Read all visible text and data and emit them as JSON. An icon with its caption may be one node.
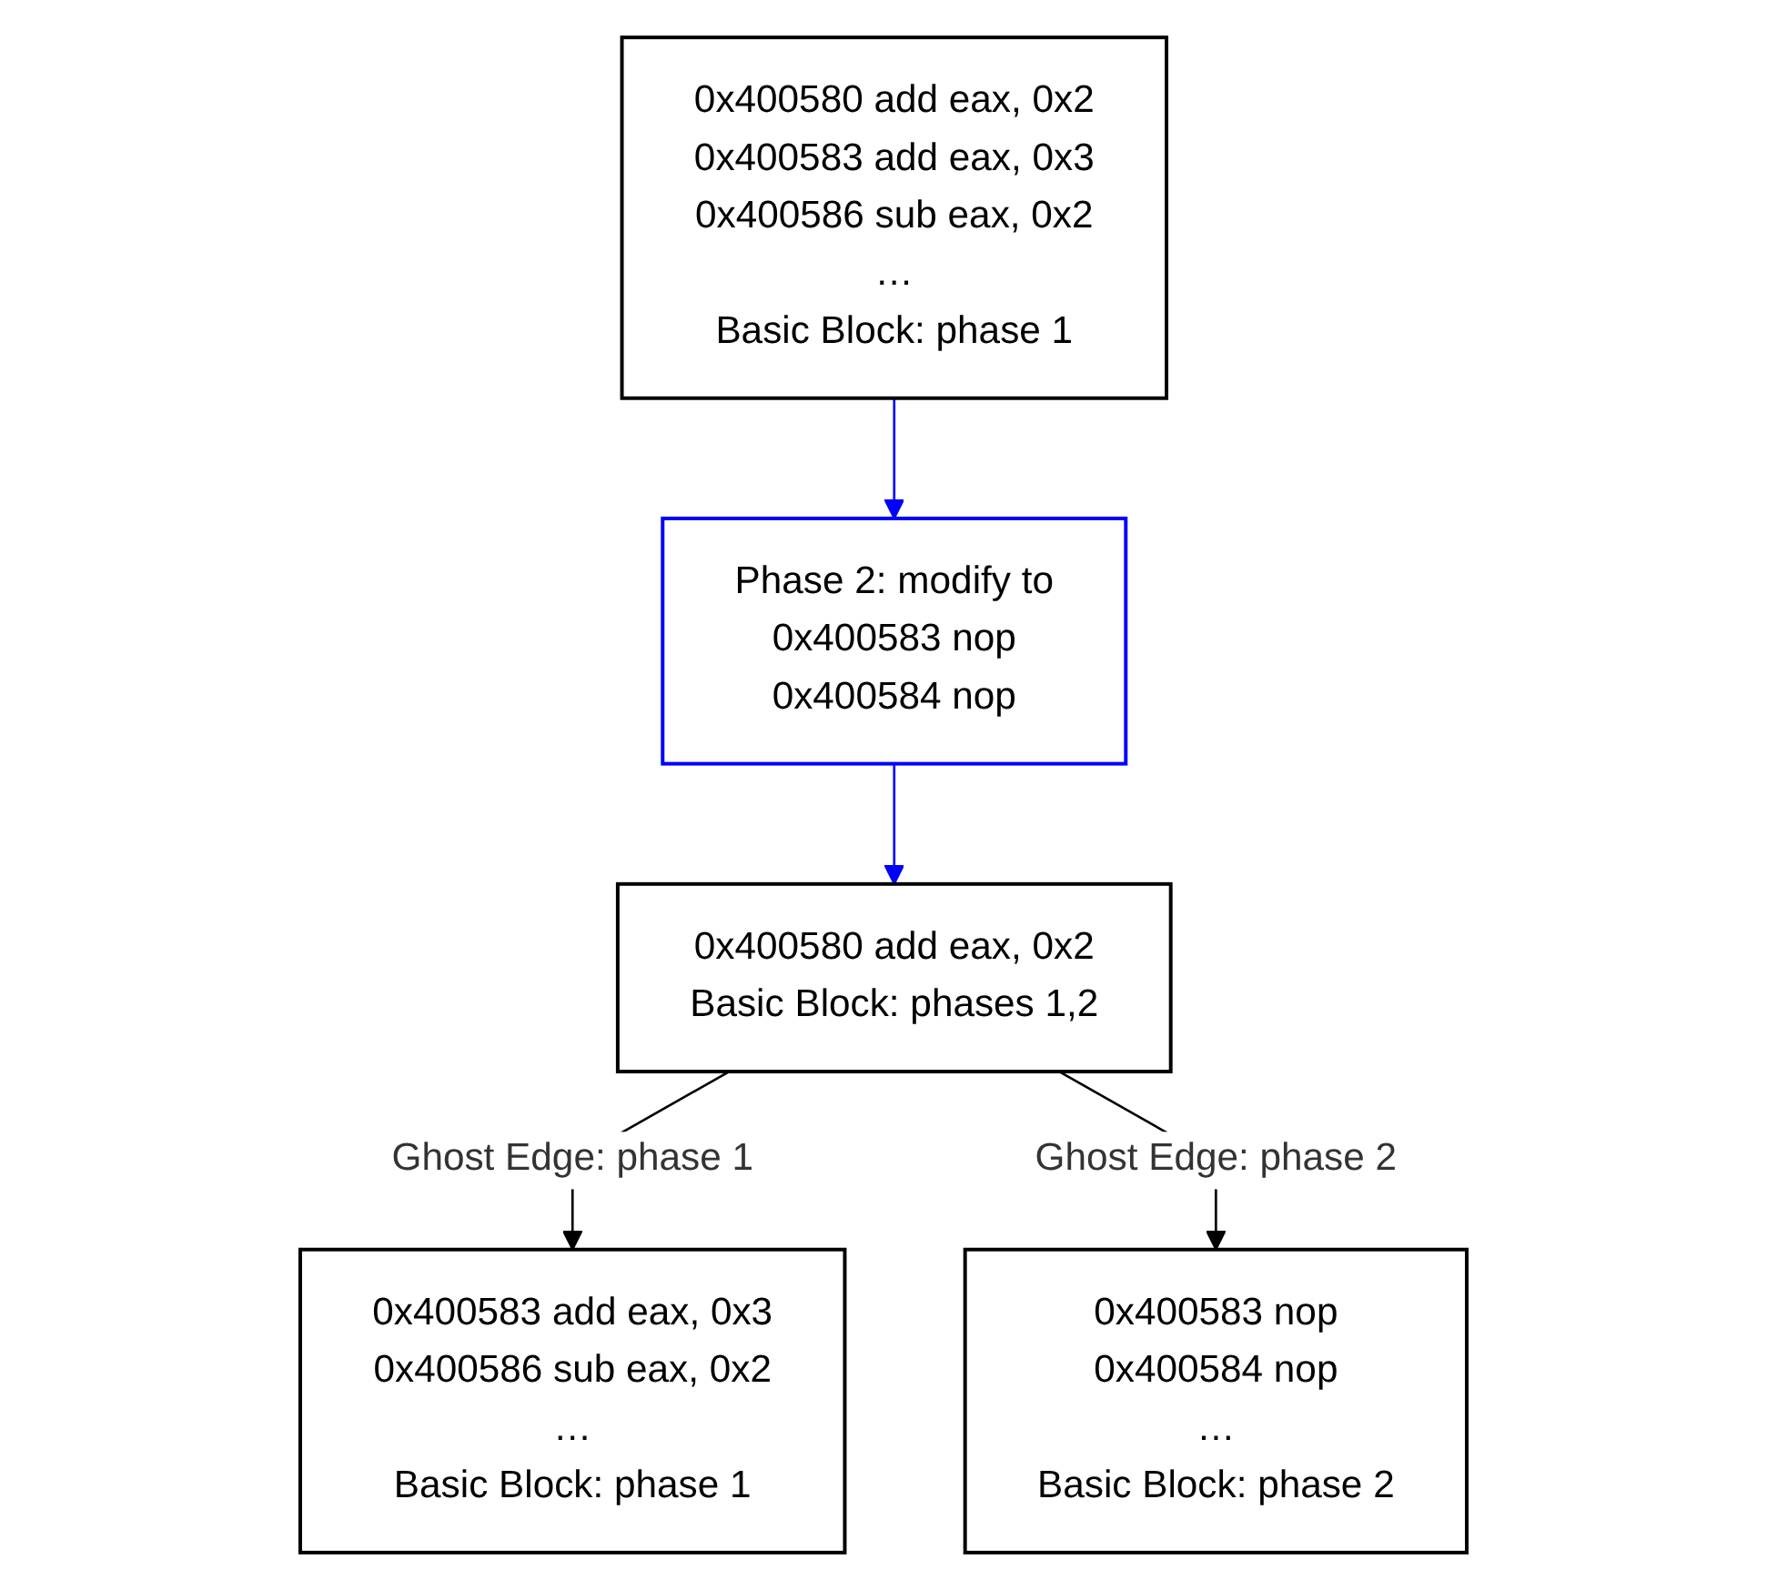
{
  "diagram": {
    "nodes": [
      {
        "text": [
          "0x400580 add eax, 0x2",
          "0x400583 add eax, 0x3",
          "0x400586 sub eax, 0x2",
          "…",
          "Basic Block: phase 1"
        ]
      },
      {
        "text": [
          "Phase 2: modify to",
          "0x400583 nop",
          "0x400584 nop"
        ]
      },
      {
        "text": [
          "0x400580 add eax, 0x2",
          "Basic Block: phases 1,2"
        ]
      },
      {
        "text": [
          "0x400583 add eax, 0x3",
          "0x400586 sub eax, 0x2",
          "…",
          "Basic Block: phase 1"
        ]
      },
      {
        "text": [
          "0x400583 nop",
          "0x400584 nop",
          "…",
          "Basic Block: phase 2"
        ]
      }
    ],
    "edges": [
      {
        "from": 0,
        "to": 1,
        "arrow": "to",
        "color": "#0000ff"
      },
      {
        "from": 1,
        "to": 2,
        "arrow": "to",
        "color": "#0000ff"
      },
      {
        "from": 2,
        "to": 3,
        "label": "Ghost Edge: phase 1",
        "arrow": "to",
        "color": "#000000"
      },
      {
        "from": 2,
        "to": 4,
        "label": "Ghost Edge: phase 2",
        "arrow": "to",
        "color": "#000000"
      }
    ]
  }
}
